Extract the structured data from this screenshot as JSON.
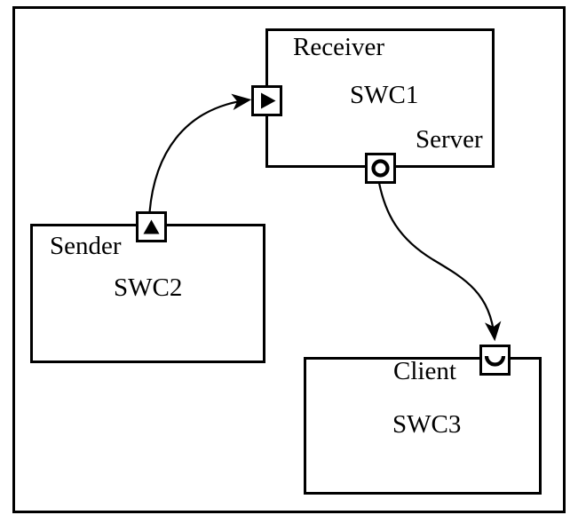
{
  "diagram": {
    "type": "software-component-diagram",
    "colors": {
      "line": "#000000",
      "background": "#ffffff"
    },
    "components": {
      "swc1": {
        "name": "SWC1",
        "ports": {
          "receiver": "Receiver",
          "server": "Server"
        }
      },
      "swc2": {
        "name": "SWC2",
        "ports": {
          "sender": "Sender"
        }
      },
      "swc3": {
        "name": "SWC3",
        "ports": {
          "client": "Client"
        }
      }
    },
    "port_symbols": {
      "sender": "filled-triangle-up",
      "receiver": "filled-triangle-right",
      "server": "provided-interface-circle",
      "client": "required-interface-socket"
    },
    "connections": [
      {
        "from": "SWC2.Sender",
        "to": "SWC1.Receiver",
        "style": "curved-arrow"
      },
      {
        "from": "SWC1.Server",
        "to": "SWC3.Client",
        "style": "curved-arrow"
      }
    ]
  }
}
